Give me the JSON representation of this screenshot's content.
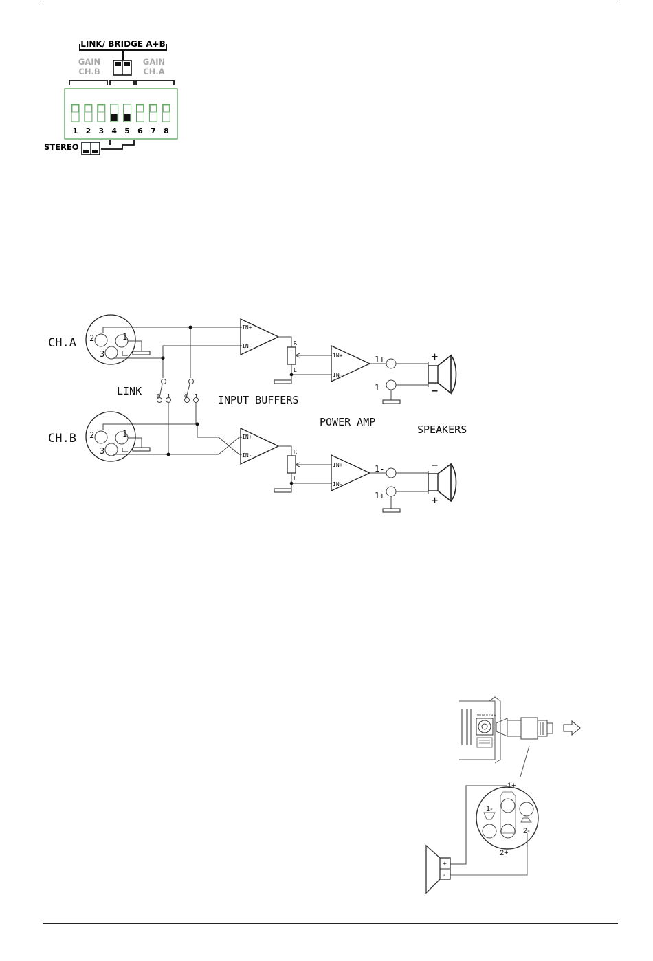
{
  "dip_panel": {
    "link_bridge_label": "LINK/ BRIDGE A+B",
    "gain_chb_line1": "GAIN",
    "gain_chb_line2": "CH.B",
    "gain_cha_line1": "GAIN",
    "gain_cha_line2": "CH.A",
    "stereo_label": "STEREO",
    "switch_numbers": [
      "1",
      "2",
      "3",
      "4",
      "5",
      "6",
      "7",
      "8"
    ],
    "switch_on": [
      false,
      false,
      false,
      true,
      true,
      false,
      false,
      false
    ],
    "colors": {
      "panel_border": "#5aa05a",
      "gain_label": "#a8a8a8"
    }
  },
  "schematic": {
    "cha_label": "CH.A",
    "chb_label": "CH.B",
    "link_label": "LINK",
    "input_buffers_label": "INPUT BUFFERS",
    "power_amp_label": "POWER AMP",
    "speakers_label": "SPEAKERS",
    "xlr_pin2": "2",
    "xlr_pin1": "1",
    "xlr_pin3": "3",
    "in_plus": "IN+",
    "in_minus": "IN-",
    "pot_r": "R",
    "pot_l": "L",
    "switch_a_pos0": "0",
    "switch_a_pos1": "1",
    "switch_b_pos0": "0",
    "switch_b_pos1": "1",
    "out_a_top": "1+",
    "out_a_bottom": "1-",
    "out_b_top": "1-",
    "out_b_bottom": "1+",
    "spk_a_plus": "+",
    "spk_a_minus": "−",
    "spk_b_minus": "−",
    "spk_b_plus": "+"
  },
  "speakon": {
    "pin_1plus": "1+",
    "pin_1minus": "1-",
    "pin_2minus": "2-",
    "pin_2plus": "2+",
    "spk_plus": "+",
    "spk_minus": "-",
    "panel_text": "OUTPUT CH.A"
  }
}
